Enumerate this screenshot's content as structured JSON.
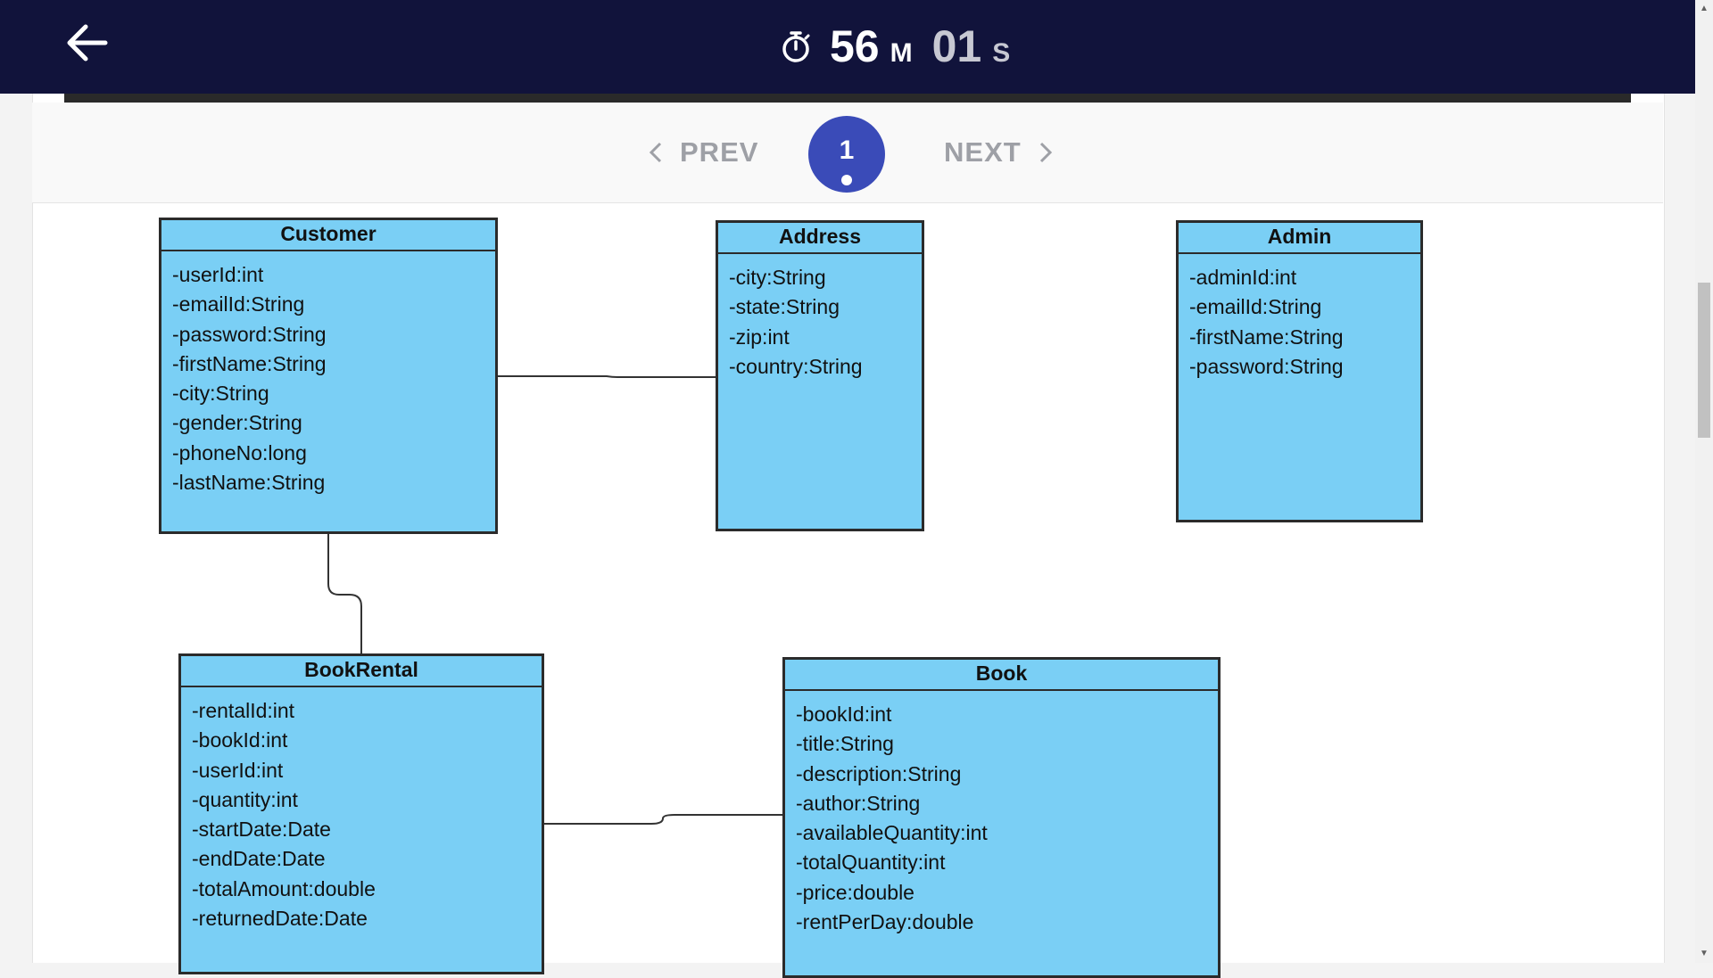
{
  "timer": {
    "minutes": "56",
    "minutes_unit": "M",
    "seconds": "01",
    "seconds_unit": "S"
  },
  "pagination": {
    "prev_label": "PREV",
    "next_label": "NEXT",
    "current_page": "1"
  },
  "colors": {
    "header_bg": "#11133b",
    "class_fill": "#7acff5",
    "page_circle": "#3a4bb8"
  },
  "diagram": {
    "classes": [
      {
        "name": "Customer",
        "attributes": [
          "-userId:int",
          "-emailId:String",
          "-password:String",
          "-firstName:String",
          "-city:String",
          "-gender:String",
          "-phoneNo:long",
          "-lastName:String"
        ]
      },
      {
        "name": "Address",
        "attributes": [
          "-city:String",
          "-state:String",
          "-zip:int",
          "-country:String"
        ]
      },
      {
        "name": "Admin",
        "attributes": [
          "-adminId:int",
          "-emailId:String",
          "-firstName:String",
          "-password:String"
        ]
      },
      {
        "name": "BookRental",
        "attributes": [
          "-rentalId:int",
          "-bookId:int",
          "-userId:int",
          "-quantity:int",
          "-startDate:Date",
          "-endDate:Date",
          "-totalAmount:double",
          "-returnedDate:Date"
        ]
      },
      {
        "name": "Book",
        "attributes": [
          "-bookId:int",
          "-title:String",
          "-description:String",
          "-author:String",
          "-availableQuantity:int",
          "-totalQuantity:int",
          "-price:double",
          "-rentPerDay:double"
        ]
      }
    ]
  }
}
